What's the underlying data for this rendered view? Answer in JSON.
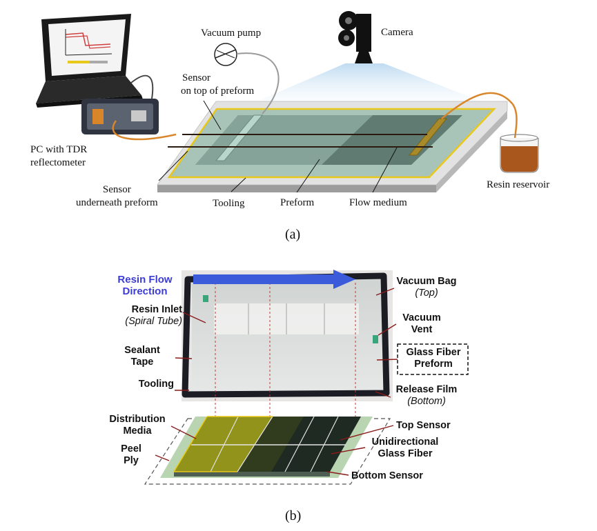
{
  "panel_a": {
    "caption": "(a)",
    "labels": {
      "vacuum_pump": "Vacuum pump",
      "camera": "Camera",
      "sensor_top_line1": "Sensor",
      "sensor_top_line2": "on top of  preform",
      "pc_line1": "PC with TDR",
      "pc_line2": "reflectometer",
      "sensor_under_line1": "Sensor",
      "sensor_under_line2": "underneath preform",
      "tooling": "Tooling",
      "preform": "Preform",
      "flow_medium": "Flow medium",
      "resin_reservoir": "Resin reservoir"
    },
    "colors": {
      "tooling": "#e2e2e2",
      "preform": "#5f7b72",
      "flow_medium": "#8aa79d",
      "frame": "#e8c81a",
      "tube": "#d9862a",
      "resin": "#a9571c"
    }
  },
  "panel_b": {
    "caption": "(b)",
    "labels": {
      "resin_flow_line1": "Resin Flow",
      "resin_flow_line2": "Direction",
      "resin_inlet_line1": "Resin Inlet",
      "resin_inlet_line2": "(Spiral Tube)",
      "sealant_line1": "Sealant",
      "sealant_line2": "Tape",
      "tooling": "Tooling",
      "vacuum_bag_line1": "Vacuum Bag",
      "vacuum_bag_line2": "(Top)",
      "vacuum_vent_line1": "Vacuum",
      "vacuum_vent_line2": "Vent",
      "glass_fiber_line1": "Glass Fiber",
      "glass_fiber_line2": "Preform",
      "release_film_line1": "Release Film",
      "release_film_line2": "(Bottom)",
      "distribution_line1": "Distribution",
      "distribution_line2": "Media",
      "peel_line1": "Peel",
      "peel_line2": "Ply",
      "top_sensor": "Top Sensor",
      "unidirectional_line1": "Unidirectional",
      "unidirectional_line2": "Glass Fiber",
      "bottom_sensor": "Bottom Sensor"
    },
    "colors": {
      "flow_arrow": "#3b5bdb",
      "flow_text": "#3b3bd6",
      "callout": "#8b1a1a",
      "distribution": "#a3a21a"
    }
  }
}
